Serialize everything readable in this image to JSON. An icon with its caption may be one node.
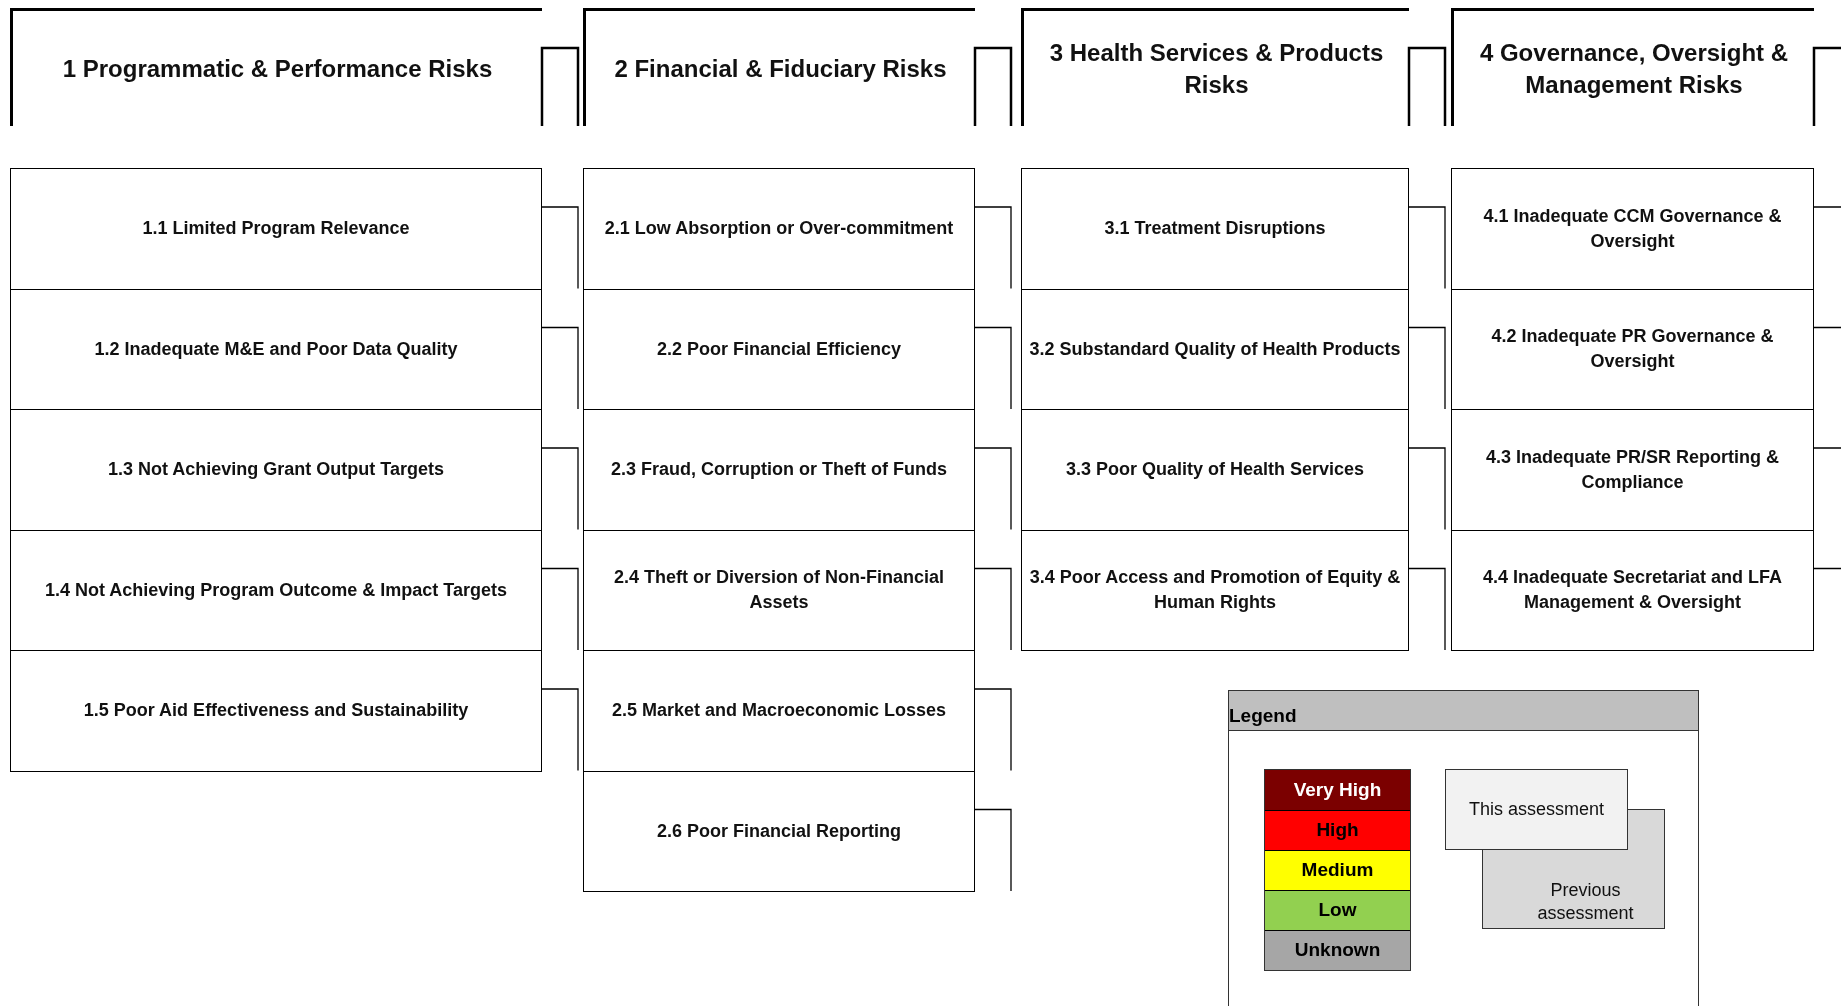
{
  "diagram": {
    "nodes": [
      {
        "text": [
          "1 Programmatic & Performance Risks"
        ]
      },
      {
        "text": [
          "1.1 Limited Program Relevance"
        ]
      },
      {
        "text": [
          "1.2 Inadequate M&E and Poor Data Quality"
        ]
      },
      {
        "text": [
          "1.3 Not Achieving Grant Output Targets"
        ]
      },
      {
        "text": [
          "1.4 Not Achieving Program Outcome & Impact Targets"
        ]
      },
      {
        "text": [
          "1.5 Poor Aid Effectiveness and Sustainability"
        ]
      },
      {
        "text": [
          "2 Financial & Fiduciary Risks"
        ]
      },
      {
        "text": [
          "2.1 Low Absorption or Over-commitment"
        ]
      },
      {
        "text": [
          "2.2 Poor Financial Efficiency"
        ]
      },
      {
        "text": [
          "2.3 Fraud, Corruption or Theft of Funds"
        ]
      },
      {
        "text": [
          "2.4 Theft or Diversion of Non-Financial Assets"
        ]
      },
      {
        "text": [
          "2.5 Market and Macroeconomic Losses"
        ]
      },
      {
        "text": [
          "2.6 Poor Financial Reporting"
        ]
      },
      {
        "text": [
          "3 Health Services & Products Risks"
        ]
      },
      {
        "text": [
          "3.1 Treatment Disruptions"
        ]
      },
      {
        "text": [
          "3.2 Substandard Quality of Health Products"
        ]
      },
      {
        "text": [
          "3.3 Poor Quality of Health Services"
        ]
      },
      {
        "text": [
          "3.4 Poor Access and Promotion of Equity & Human Rights"
        ]
      },
      {
        "text": [
          "4 Governance, Oversight & Management Risks"
        ]
      },
      {
        "text": [
          "4.1 Inadequate CCM Governance & Oversight"
        ]
      },
      {
        "text": [
          "4.2 Inadequate PR Governance & Oversight"
        ]
      },
      {
        "text": [
          "4.3 Inadequate PR/SR Reporting & Compliance"
        ]
      },
      {
        "text": [
          "4.4 Inadequate Secretariat and LFA Management & Oversight"
        ]
      }
    ],
    "labels": [
      "Legend"
    ],
    "legend": [
      {
        "text": "Very High",
        "color": "#7b0000"
      },
      {
        "text": "High",
        "color": "#ff0000"
      },
      {
        "text": "Medium",
        "color": "#ffff00"
      },
      {
        "text": "Low",
        "color": "#92d050"
      },
      {
        "text": "Unknown",
        "color": "#a6a6a6"
      },
      {
        "text": "This assessment"
      },
      {
        "text": "Previous assessment"
      }
    ]
  }
}
